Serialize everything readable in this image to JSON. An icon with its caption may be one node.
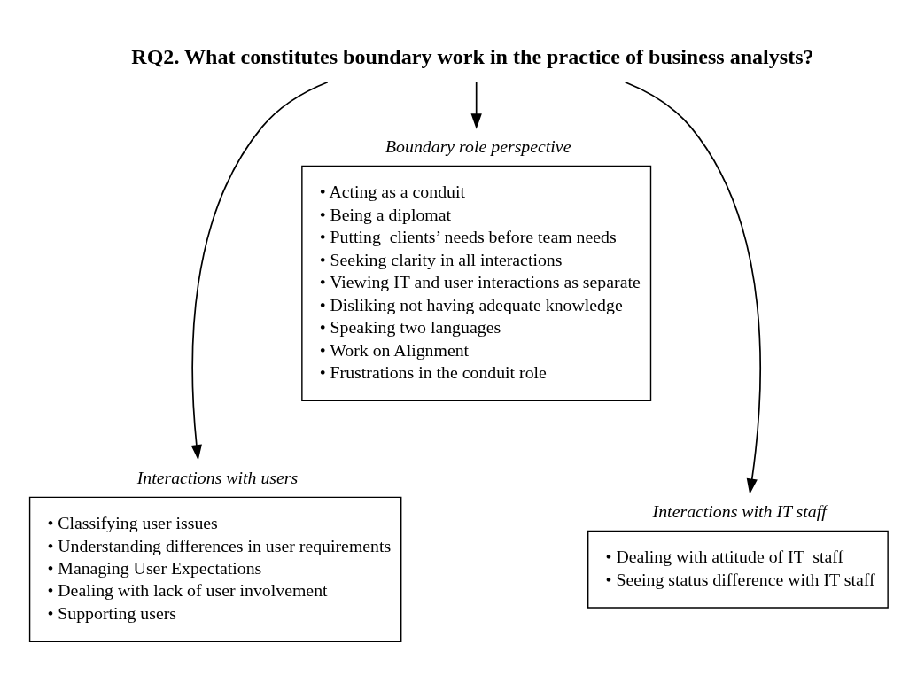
{
  "diagram": {
    "nodes": [
      {
        "text": [
          "RQ2. What constitutes boundary work in the practice of business analysts?"
        ]
      },
      {
        "text": [
          "Boundary role perspective",
          "• Acting as a conduit",
          "• Being a diplomat",
          "• Putting  clients’ needs before team needs",
          "• Seeking clarity in all interactions",
          "• Viewing IT and user interactions as separate",
          "• Disliking not having adequate knowledge",
          "• Speaking two languages",
          "• Work on Alignment",
          "• Frustrations in the conduit role"
        ]
      },
      {
        "text": [
          "Interactions with users",
          "• Classifying user issues",
          "• Understanding differences in user requirements",
          "• Managing User Expectations",
          "• Dealing with lack of user involvement",
          "• Supporting users"
        ]
      },
      {
        "text": [
          "Interactions with IT staff",
          "• Dealing with attitude of IT  staff",
          "• Seeing status difference with IT staff"
        ]
      }
    ],
    "edges": [
      {
        "from": 0,
        "to": 2,
        "arrow": "to"
      },
      {
        "from": 0,
        "to": 1,
        "arrow": "to"
      },
      {
        "from": 0,
        "to": 3,
        "arrow": "to"
      }
    ]
  }
}
